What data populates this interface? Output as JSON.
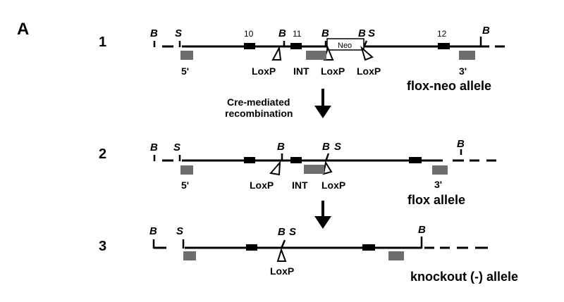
{
  "panel": "A",
  "rows": [
    "1",
    "2",
    "3"
  ],
  "sites": {
    "bamhi": "B",
    "saci": "S"
  },
  "exons": [
    "10",
    "11",
    "12"
  ],
  "neo": "Neo",
  "loxp": "LoxP",
  "probes": {
    "five_prime": "5'",
    "intron": "INT",
    "three_prime": "3'"
  },
  "arrow_text": [
    "Cre-mediated",
    "recombination"
  ],
  "alleles": {
    "flox_neo": "flox-neo allele",
    "flox": "flox allele",
    "knockout": "knockout (-) allele"
  },
  "colors": {
    "line": "#000000",
    "probe": "#6e6e6e"
  }
}
